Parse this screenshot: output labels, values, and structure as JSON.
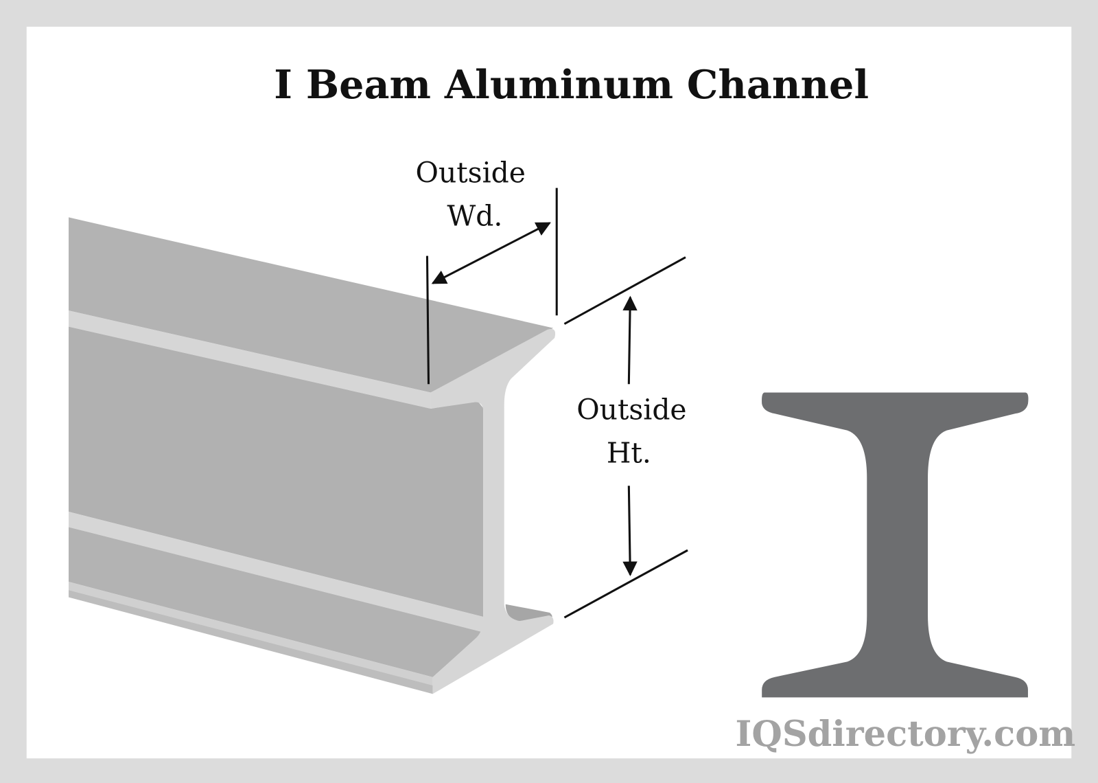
{
  "title": "I Beam Aluminum Channel",
  "labels": {
    "width_line1": "Outside",
    "width_line2": "Wd.",
    "height_line1": "Outside",
    "height_line2": "Ht."
  },
  "logo": "IQSdirectory.com",
  "colors": {
    "frame": "#dcdcdc",
    "beam_face": "#b3b3b3",
    "beam_edge": "#d6d6d6",
    "section": "#6d6e70",
    "logo": "#a3a3a3"
  }
}
